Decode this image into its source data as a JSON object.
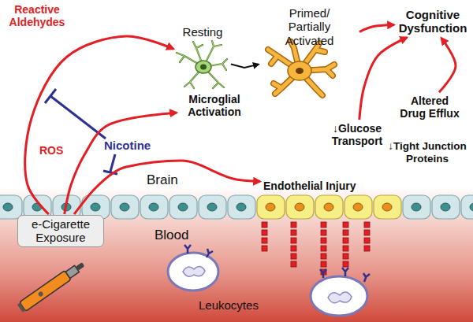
{
  "diagram": {
    "nodes": [
      {
        "text": [
          "Resting"
        ]
      },
      {
        "text": [
          "Primed/ Partially Activated"
        ]
      },
      {
        "text": [
          "Cognitive Dysfunction"
        ]
      },
      {
        "text": [
          "Microglial Activation"
        ]
      },
      {
        "text": [
          "↓Glucose Transport"
        ]
      },
      {
        "text": [
          "Altered Drug Efflux"
        ]
      },
      {
        "text": [
          "Endothelial Injury"
        ]
      },
      {
        "text": [
          "e-Cigarette Exposure"
        ]
      }
    ],
    "edges": [
      {
        "from": 7,
        "to": 0,
        "arrow": "to",
        "label": "Reactive Aldehydes"
      },
      {
        "from": 7,
        "to": 3,
        "arrow": "to",
        "label": "ROS"
      },
      {
        "from": 7,
        "to": 6,
        "arrow": "to"
      },
      {
        "from": 0,
        "to": 1,
        "arrow": "to"
      },
      {
        "from": 1,
        "to": 2,
        "arrow": "to"
      },
      {
        "from": 4,
        "to": 2,
        "arrow": "to"
      },
      {
        "from": 5,
        "to": 2,
        "arrow": "to"
      }
    ],
    "labels": [
      "Nicotine",
      "↓Tight Junction Proteins",
      "Brain",
      "Blood",
      "Leukocytes"
    ]
  }
}
